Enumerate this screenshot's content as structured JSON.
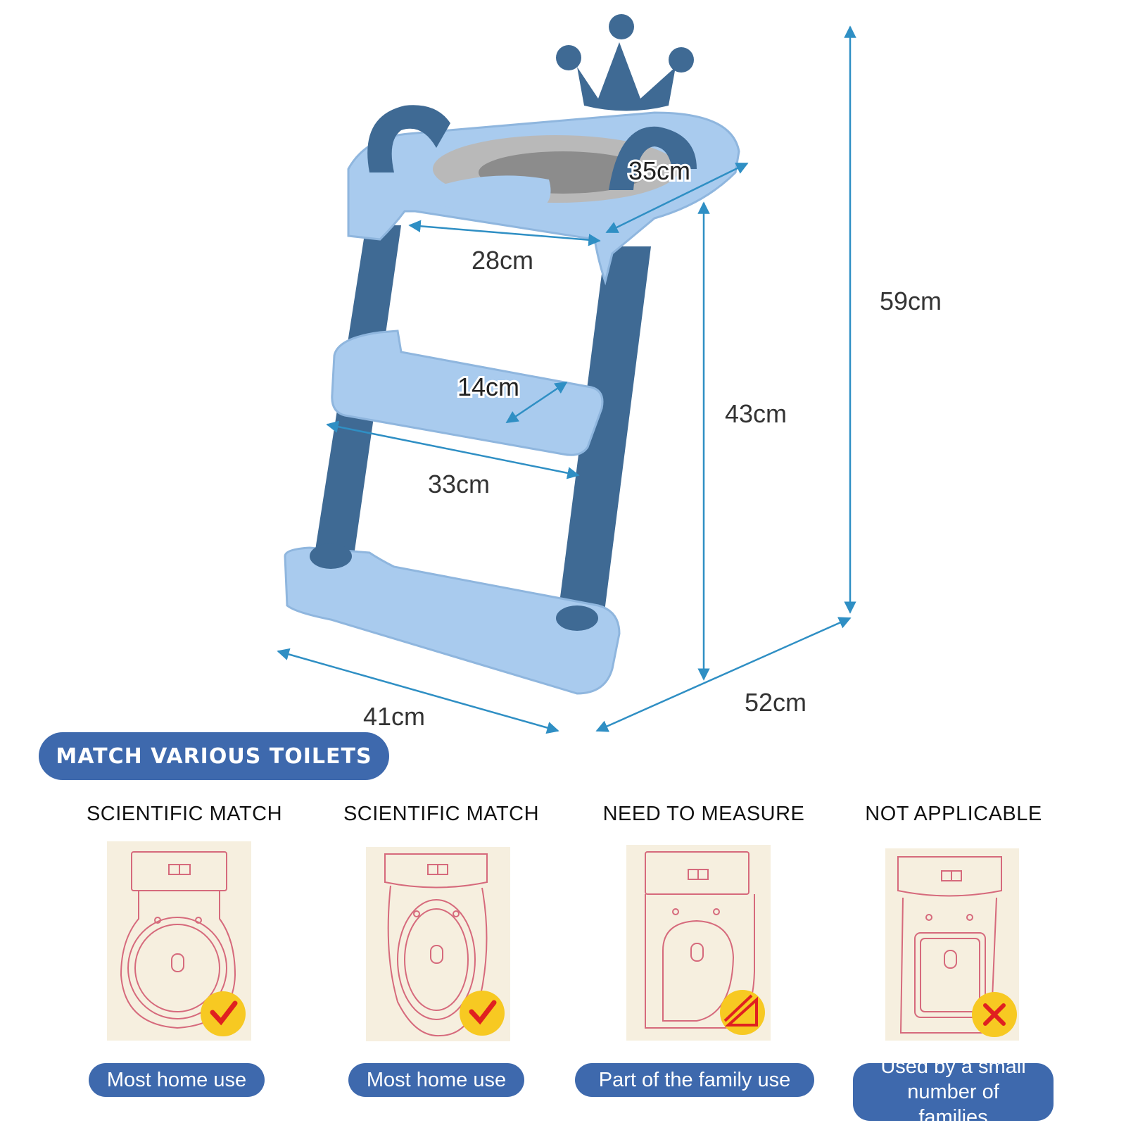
{
  "dimensions": {
    "seat_width": "35cm",
    "inner_width": "28cm",
    "total_height": "59cm",
    "step_depth": "14cm",
    "side_height": "43cm",
    "step_width": "33cm",
    "base_width": "41cm",
    "base_depth": "52cm"
  },
  "colors": {
    "dark_blue": "#3f6a94",
    "light_blue": "#a9cbee",
    "accent_blue": "#3e69ad",
    "dimension_line": "#2f8fc4",
    "card_bg": "#f6efdf",
    "toilet_line": "#d66a7c",
    "badge_yellow": "#f7c922",
    "badge_mark": "#e02020"
  },
  "banner": {
    "label": "MATCH VARIOUS TOILETS"
  },
  "toilets": [
    {
      "title": "SCIENTIFIC MATCH",
      "shape": "round",
      "badge": "check-icon",
      "caption": "Most home use"
    },
    {
      "title": "SCIENTIFIC MATCH",
      "shape": "elongated",
      "badge": "check-icon",
      "caption": "Most home use"
    },
    {
      "title": "NEED TO MEASURE",
      "shape": "d-shape",
      "badge": "triangle-ruler-icon",
      "caption": "Part of the family use"
    },
    {
      "title": "NOT APPLICABLE",
      "shape": "square",
      "badge": "cross-icon",
      "caption": "Used by a small number of families"
    }
  ]
}
